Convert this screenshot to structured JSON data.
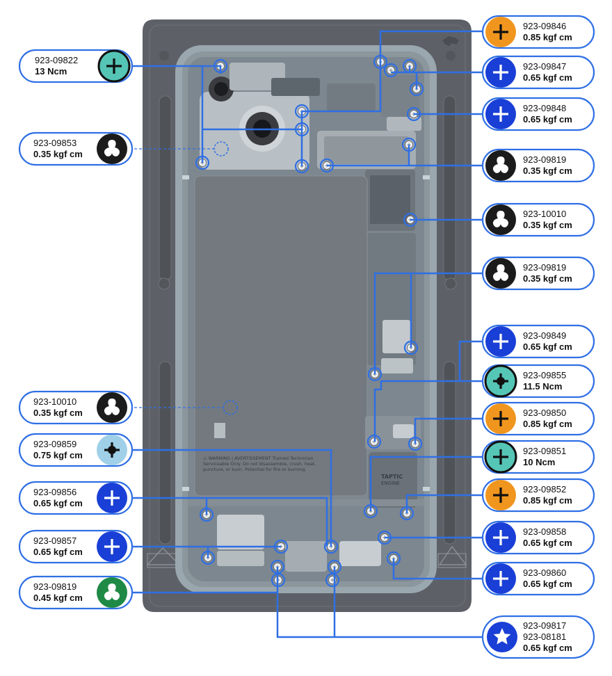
{
  "colors": {
    "accent_blue": "#2f6fe4",
    "screw_blue": "#1a3fd6",
    "screw_orange": "#f0961e",
    "screw_teal": "#55c5b6",
    "screw_black": "#1b1b1b",
    "screw_green": "#1f8a46",
    "screw_lightblue": "#9fd0e8",
    "tray": "#5d6167"
  },
  "device_text": {
    "battery_warning_line1": "⚠ WARNING | AVERTISSEMENT Trained Technician",
    "battery_warning_line2": "Serviceable Only. Do not disassemble, crush, heat,",
    "battery_warning_line3": "puncture, or burn. Potential for fire or burning.",
    "taptic_line1": "TAPTIC",
    "taptic_line2": "ENGINE"
  },
  "callouts": [
    {
      "id": "c-09822",
      "part": "923-09822",
      "torque": "13 Ncm",
      "icon": "phillips-icon"
    },
    {
      "id": "c-09853",
      "part": "923-09853",
      "torque": "0.35 kgf cm",
      "icon": "trilobe-icon"
    },
    {
      "id": "c-10010a",
      "part": "923-10010",
      "torque": "0.35 kgf cm",
      "icon": "trilobe-icon"
    },
    {
      "id": "c-09859",
      "part": "923-09859",
      "torque": "0.75 kgf cm",
      "icon": "phillips-icon"
    },
    {
      "id": "c-09856",
      "part": "923-09856",
      "torque": "0.65 kgf cm",
      "icon": "phillips-icon"
    },
    {
      "id": "c-09857",
      "part": "923-09857",
      "torque": "0.65 kgf cm",
      "icon": "phillips-icon"
    },
    {
      "id": "c-09819g",
      "part": "923-09819",
      "torque": "0.45 kgf cm",
      "icon": "trilobe-icon"
    },
    {
      "id": "c-09846",
      "part": "923-09846",
      "torque": "0.85 kgf cm",
      "icon": "phillips-icon"
    },
    {
      "id": "c-09847",
      "part": "923-09847",
      "torque": "0.65 kgf cm",
      "icon": "phillips-icon"
    },
    {
      "id": "c-09848",
      "part": "923-09848",
      "torque": "0.65 kgf cm",
      "icon": "phillips-icon"
    },
    {
      "id": "c-09819a",
      "part": "923-09819",
      "torque": "0.35 kgf cm",
      "icon": "trilobe-icon"
    },
    {
      "id": "c-10010b",
      "part": "923-10010",
      "torque": "0.35 kgf cm",
      "icon": "trilobe-icon"
    },
    {
      "id": "c-09819b",
      "part": "923-09819",
      "torque": "0.35 kgf cm",
      "icon": "trilobe-icon"
    },
    {
      "id": "c-09849",
      "part": "923-09849",
      "torque": "0.65 kgf cm",
      "icon": "phillips-icon"
    },
    {
      "id": "c-09855",
      "part": "923-09855",
      "torque": "11.5 Ncm",
      "icon": "phillips-icon"
    },
    {
      "id": "c-09850",
      "part": "923-09850",
      "torque": "0.85 kgf cm",
      "icon": "phillips-icon"
    },
    {
      "id": "c-09851",
      "part": "923-09851",
      "torque": "10 Ncm",
      "icon": "phillips-icon"
    },
    {
      "id": "c-09852",
      "part": "923-09852",
      "torque": "0.85 kgf cm",
      "icon": "phillips-icon"
    },
    {
      "id": "c-09858",
      "part": "923-09858",
      "torque": "0.65 kgf cm",
      "icon": "phillips-icon"
    },
    {
      "id": "c-09860",
      "part": "923-09860",
      "torque": "0.65 kgf cm",
      "icon": "phillips-icon"
    },
    {
      "id": "c-09817",
      "part": "923-09817",
      "part2": "923-08181",
      "torque": "0.65 kgf cm",
      "icon": "pentalobe-icon"
    }
  ]
}
